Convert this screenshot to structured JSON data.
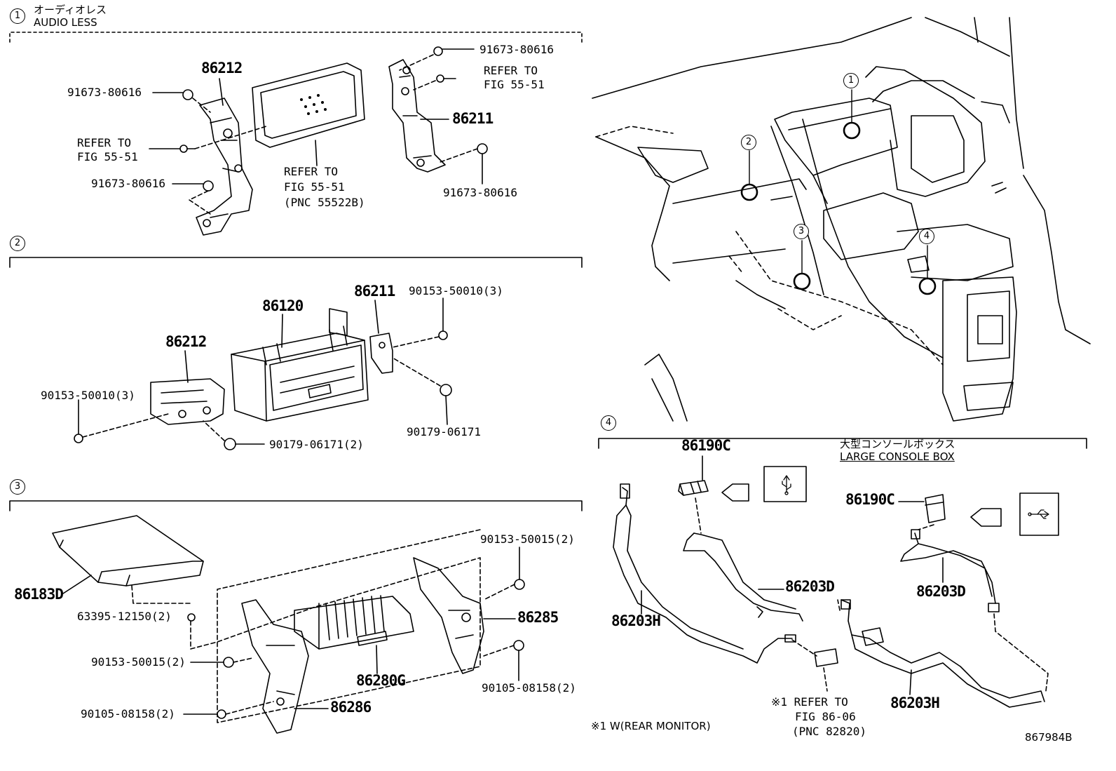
{
  "sections": [
    {
      "num": "1",
      "title_jp": "オーディオレス",
      "title_en": "AUDIO LESS"
    },
    {
      "num": "2"
    },
    {
      "num": "3"
    },
    {
      "num": "4",
      "title_jp": "大型コンソールボックス",
      "title_en": "LARGE CONSOLE BOX"
    }
  ],
  "s1": {
    "part_86212": "86212",
    "bolt_a": "91673-80616",
    "refer_a": "REFER TO",
    "refer_a2": "FIG 55-51",
    "bolt_b": "91673-80616",
    "panel_ref1": "REFER TO",
    "panel_ref2": "FIG 55-51",
    "panel_ref3": "(PNC 55522B)",
    "bolt_c": "91673-80616",
    "refer_c": "REFER TO",
    "refer_c2": "FIG 55-51",
    "part_86211": "86211",
    "bolt_d": "91673-80616"
  },
  "s2": {
    "part_86120": "86120",
    "part_86211": "86211",
    "part_86212": "86212",
    "screw_a": "90153-50010(3)",
    "screw_b": "90153-50010(3)",
    "nut_a": "90179-06171(2)",
    "nut_b": "90179-06171"
  },
  "s3": {
    "part_86183D": "86183D",
    "clip": "63395-12150(2)",
    "screw_a": "90153-50015(2)",
    "screw_b": "90153-50015(2)",
    "part_86285": "86285",
    "bolt_a": "90105-08158(2)",
    "bolt_b": "90105-08158(2)",
    "part_86286": "86286",
    "part_86280G": "86280G"
  },
  "s4": {
    "usb_a": "86190C",
    "usb_b": "86190C",
    "harness_d1": "86203D",
    "harness_d2": "86203D",
    "harness_h1": "86203H",
    "harness_h2": "86203H",
    "note_ref1": "※1 REFER TO",
    "note_ref2": "FIG 86-06",
    "note_ref3": "(PNC 82820)",
    "footnote": "※1 W(REAR MONITOR)"
  },
  "locator": {
    "markers": [
      "1",
      "2",
      "3",
      "4"
    ]
  },
  "usb_icon": "usb-symbol-icon",
  "figure_id": "867984B"
}
